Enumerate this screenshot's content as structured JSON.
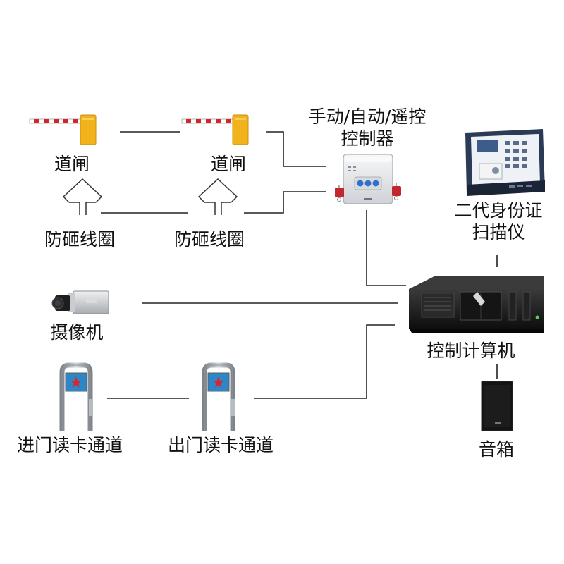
{
  "nodes": {
    "gate1": {
      "label": "道闸"
    },
    "gate2": {
      "label": "道闸"
    },
    "controller": {
      "label_line1": "手动/自动/遥控",
      "label_line2": "控制器"
    },
    "loop1": {
      "label": "防砸线圈"
    },
    "loop2": {
      "label": "防砸线圈"
    },
    "id_scanner": {
      "label_line1": "二代身份证",
      "label_line2": "扫描仪"
    },
    "camera": {
      "label": "摄像机"
    },
    "computer": {
      "label": "控制计算机"
    },
    "entry_channel": {
      "label": "进门读卡通道"
    },
    "exit_channel": {
      "label": "出门读卡通道"
    },
    "speaker": {
      "label": "音箱"
    }
  },
  "colors": {
    "line": "#222222",
    "barrier_box": "#f2b21b",
    "barrier_arm_red": "#d0262c",
    "channel_frame": "#9aa0a6",
    "channel_panel": "#2f86c7",
    "computer": "#1c1c1c",
    "speaker": "#141414",
    "controller": "#e9eaec",
    "scanner": "#2b3a55"
  },
  "icons": [
    "barrier-gate-icon",
    "loop-coil-icon",
    "controller-icon",
    "remote-icon",
    "id-scanner-icon",
    "camera-icon",
    "computer-icon",
    "reader-gate-icon",
    "speaker-icon"
  ]
}
